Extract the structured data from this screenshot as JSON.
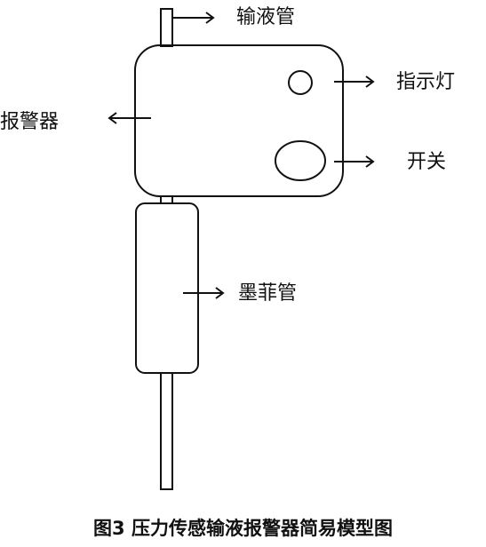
{
  "labels": {
    "infusion_tube": "输液管",
    "indicator_light": "指示灯",
    "alarm": "报警器",
    "switch": "开关",
    "murphy_tube": "墨菲管"
  },
  "caption": "图3 压力传感输液报警器简易模型图",
  "colors": {
    "stroke": "#111111",
    "background": "#ffffff"
  }
}
